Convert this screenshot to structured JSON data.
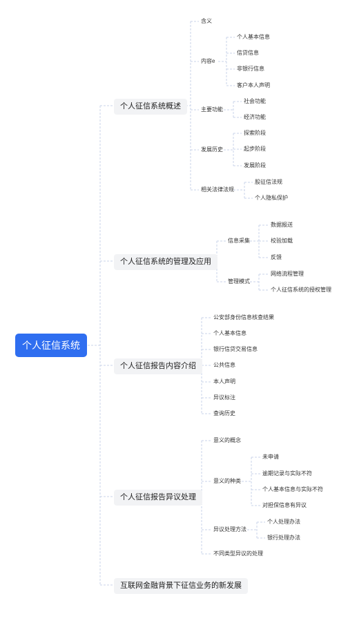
{
  "root": "个人征信系统",
  "branches": [
    {
      "label": "个人征信系统概述",
      "children": [
        {
          "label": "含义"
        },
        {
          "label": "内容e",
          "children": [
            "个人基本信息",
            "信贷信息",
            "非银行信息",
            "客户本人声明"
          ]
        },
        {
          "label": "主要功能",
          "children": [
            "社会功能",
            "经济功能"
          ]
        },
        {
          "label": "发展历史",
          "children": [
            "探索阶段",
            "起步阶段",
            "发展阶段"
          ]
        },
        {
          "label": "相关法律法规",
          "children": [
            "股征信法规",
            "个人隐私保护"
          ]
        }
      ]
    },
    {
      "label": "个人征信系统的管理及应用",
      "children": [
        {
          "label": "信息采集",
          "children": [
            "数据报送",
            "校验加载",
            "反馈"
          ]
        },
        {
          "label": "管理模式",
          "children": [
            "网络流程管理",
            "个人征信系统的授权管理"
          ]
        }
      ]
    },
    {
      "label": "个人征信报告内容介绍",
      "children": [
        {
          "label": "公安部身份信息核查结果"
        },
        {
          "label": "个人基本信息"
        },
        {
          "label": "银行信贷交易信息"
        },
        {
          "label": "公共信息"
        },
        {
          "label": "本人声明"
        },
        {
          "label": "异议标注"
        },
        {
          "label": "查询历史"
        }
      ]
    },
    {
      "label": "个人征信报告异议处理",
      "children": [
        {
          "label": "意义的概念"
        },
        {
          "label": "意义的种类",
          "children": [
            "未申请",
            "逾期记录与实际不符",
            "个人基本信息与实际不符",
            "对担保信息有异议"
          ]
        },
        {
          "label": "异议处理方法",
          "children": [
            "个人处理办法",
            "银行处理办法"
          ]
        },
        {
          "label": "不同类型异议的处理"
        }
      ]
    },
    {
      "label": "互联网金融背景下征信业务的新发展",
      "children": []
    }
  ],
  "colors": {
    "root_fill": "#2f6ef0",
    "branch_fill": "#f2f3f5",
    "connector": "#c9d3e8"
  }
}
